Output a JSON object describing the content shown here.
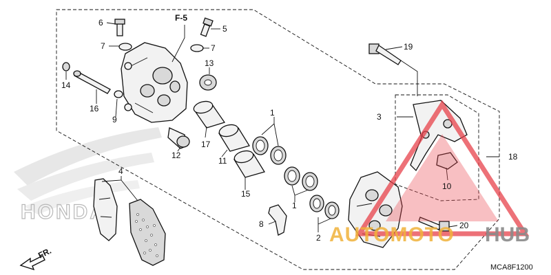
{
  "diagram": {
    "section_ref": "F-5",
    "front_label": "FR.",
    "drawing_code": "MCA8F1200",
    "colors": {
      "line": "#111111",
      "watermark_red": "#e8424b",
      "watermark_gold": "#f0b23a",
      "watermark_gray": "#8a8a8a"
    },
    "callouts": {
      "c1a": "1",
      "c1b": "1",
      "c2": "2",
      "c3": "3",
      "c4": "4",
      "c5": "5",
      "c6": "6",
      "c7a": "7",
      "c7b": "7",
      "c8": "8",
      "c9": "9",
      "c10": "10",
      "c11": "11",
      "c12": "12",
      "c13": "13",
      "c14": "14",
      "c15": "15",
      "c16": "16",
      "c17": "17",
      "c18": "18",
      "c19": "19",
      "c20": "20"
    }
  },
  "watermark": {
    "brand_part1": "AUTOMOTO",
    "brand_part2": "HUB",
    "background_logo": "HONDA",
    "logo_icon": "warning-triangle-icon"
  }
}
